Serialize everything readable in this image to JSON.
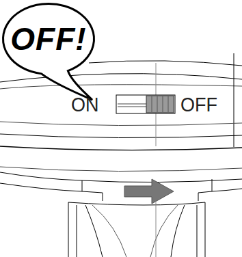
{
  "diagram": {
    "nodes": [
      {
        "text": [
          "OFF!"
        ]
      }
    ],
    "labels": [
      "ON",
      "OFF"
    ]
  }
}
